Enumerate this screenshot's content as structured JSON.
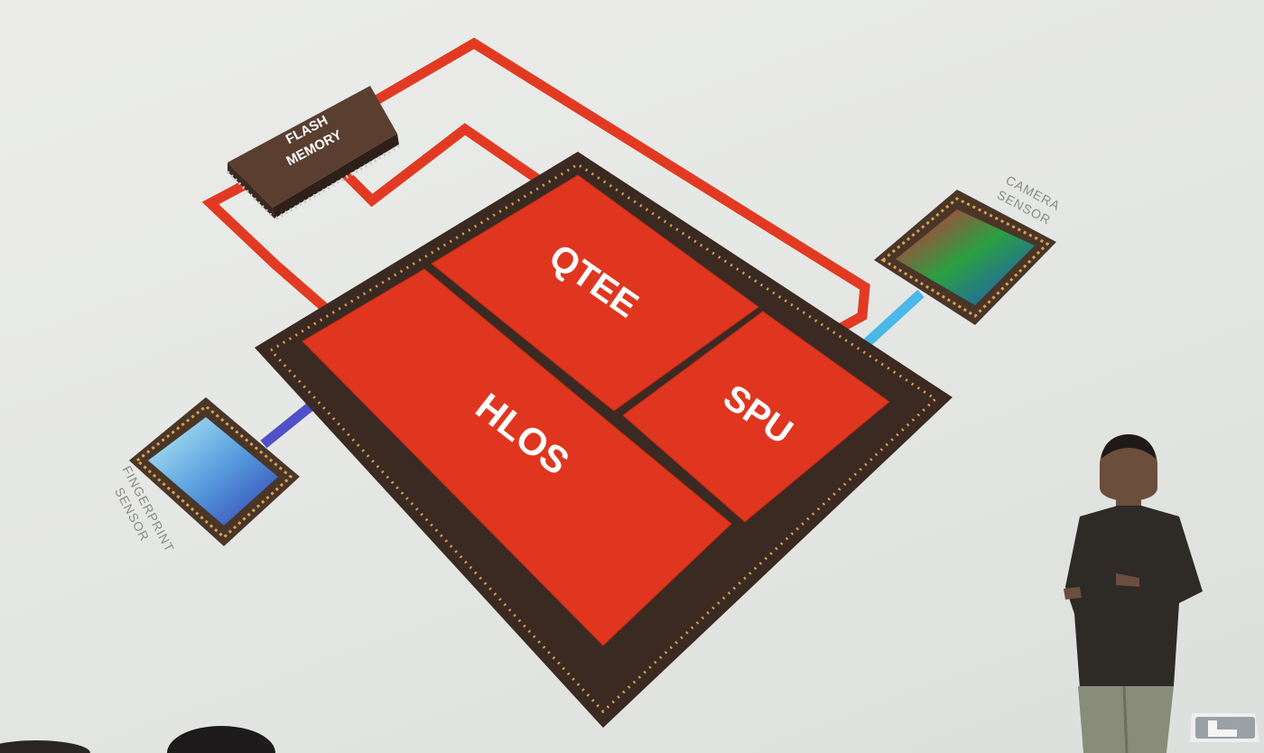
{
  "diagram": {
    "blocks": {
      "qtee": "QTEE",
      "spu": "SPU",
      "hlos": "HLOS"
    },
    "flash": {
      "line1": "FLASH",
      "line2": "MEMORY"
    },
    "camera": {
      "line1": "CAMERA",
      "line2": "SENSOR"
    },
    "fingerprint": {
      "line1": "FINGERPRINT",
      "line2": "SENSOR"
    },
    "colors": {
      "block_red": "#e0361f",
      "package_brown": "#3a2a22",
      "trace_red": "#e23a22",
      "camera_link": "#4ab8e8",
      "fingerprint_link": "#5050c8"
    }
  },
  "scene": {
    "presenter": "presenter-figure",
    "logo": "watermark-logo"
  }
}
